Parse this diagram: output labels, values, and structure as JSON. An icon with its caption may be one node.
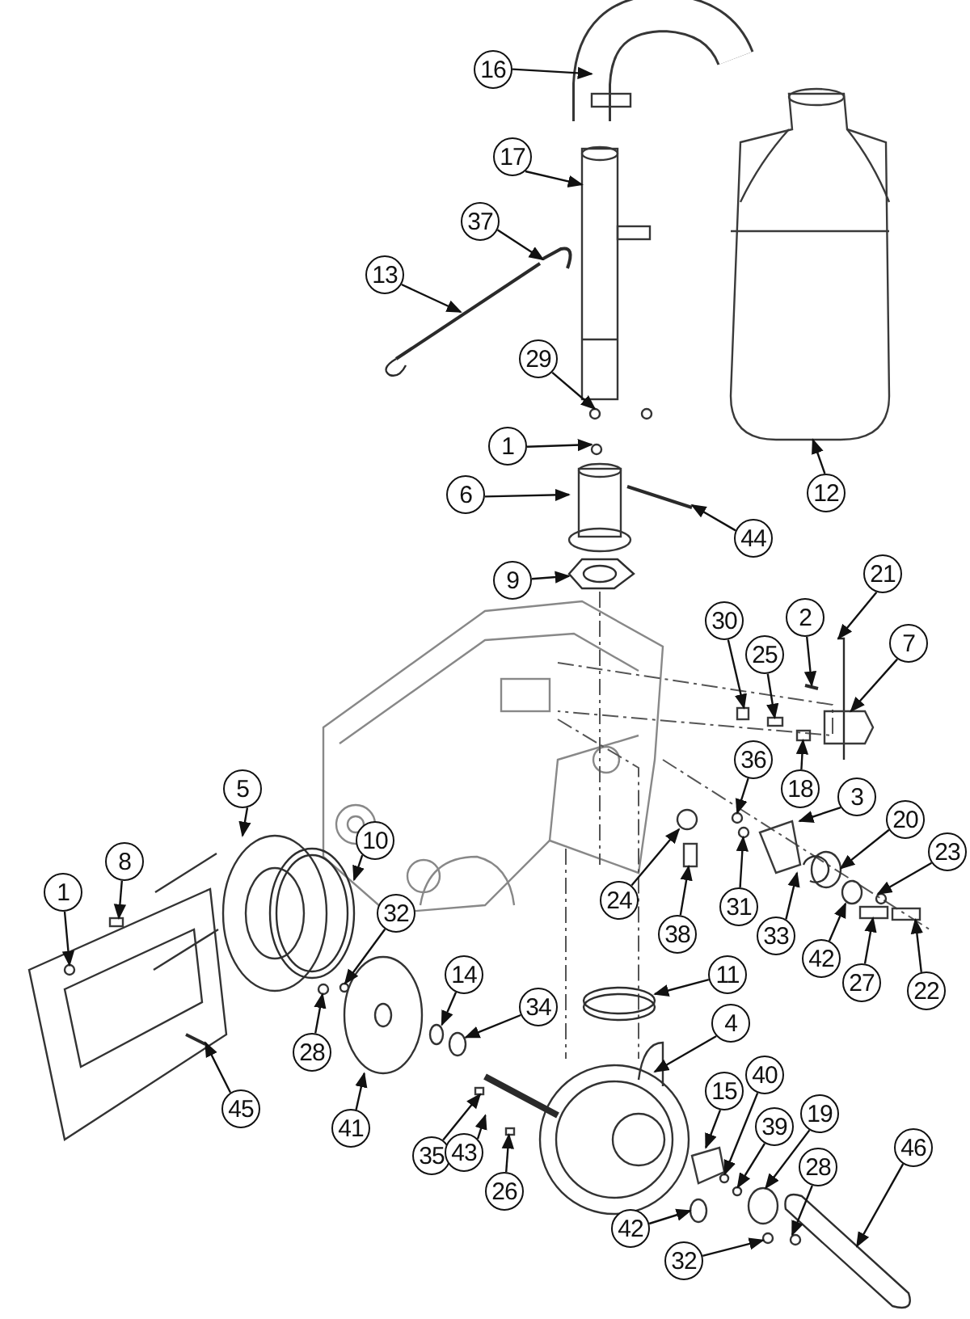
{
  "diagram": {
    "nodes": [
      {
        "text": [
          "16"
        ]
      },
      {
        "text": [
          "17"
        ]
      },
      {
        "text": [
          "37"
        ]
      },
      {
        "text": [
          "13"
        ]
      },
      {
        "text": [
          "29"
        ]
      },
      {
        "text": [
          "1"
        ]
      },
      {
        "text": [
          "6"
        ]
      },
      {
        "text": [
          "44"
        ]
      },
      {
        "text": [
          "12"
        ]
      },
      {
        "text": [
          "9"
        ]
      },
      {
        "text": [
          "30"
        ]
      },
      {
        "text": [
          "25"
        ]
      },
      {
        "text": [
          "2"
        ]
      },
      {
        "text": [
          "21"
        ]
      },
      {
        "text": [
          "7"
        ]
      },
      {
        "text": [
          "18"
        ]
      },
      {
        "text": [
          "36"
        ]
      },
      {
        "text": [
          "3"
        ]
      },
      {
        "text": [
          "20"
        ]
      },
      {
        "text": [
          "23"
        ]
      },
      {
        "text": [
          "5"
        ]
      },
      {
        "text": [
          "10"
        ]
      },
      {
        "text": [
          "1"
        ]
      },
      {
        "text": [
          "8"
        ]
      },
      {
        "text": [
          "24"
        ]
      },
      {
        "text": [
          "31"
        ]
      },
      {
        "text": [
          "38"
        ]
      },
      {
        "text": [
          "33"
        ]
      },
      {
        "text": [
          "42"
        ]
      },
      {
        "text": [
          "27"
        ]
      },
      {
        "text": [
          "22"
        ]
      },
      {
        "text": [
          "32"
        ]
      },
      {
        "text": [
          "28"
        ]
      },
      {
        "text": [
          "14"
        ]
      },
      {
        "text": [
          "34"
        ]
      },
      {
        "text": [
          "11"
        ]
      },
      {
        "text": [
          "4"
        ]
      },
      {
        "text": [
          "45"
        ]
      },
      {
        "text": [
          "41"
        ]
      },
      {
        "text": [
          "35"
        ]
      },
      {
        "text": [
          "43"
        ]
      },
      {
        "text": [
          "26"
        ]
      },
      {
        "text": [
          "15"
        ]
      },
      {
        "text": [
          "40"
        ]
      },
      {
        "text": [
          "39"
        ]
      },
      {
        "text": [
          "19"
        ]
      },
      {
        "text": [
          "28"
        ]
      },
      {
        "text": [
          "46"
        ]
      },
      {
        "text": [
          "42"
        ]
      },
      {
        "text": [
          "32"
        ]
      },
      {
        "text": [],
        "shape": "cylinder"
      },
      {
        "text": [],
        "shape": "cylinder"
      },
      {
        "text": [],
        "shape": "bar"
      },
      {
        "text": [],
        "shape": "bar"
      },
      {
        "text": [],
        "shape": "circle"
      },
      {
        "text": [],
        "shape": "circle"
      },
      {
        "text": [],
        "shape": "cylinder"
      },
      {
        "text": [],
        "shape": "bar"
      },
      {
        "text": [],
        "shape": "box"
      },
      {
        "text": [],
        "shape": "ring"
      },
      {
        "text": [],
        "shape": "box"
      },
      {
        "text": [],
        "shape": "box"
      },
      {
        "text": [],
        "shape": "bar"
      },
      {
        "text": [],
        "shape": "bar"
      },
      {
        "text": [],
        "shape": "box"
      },
      {
        "text": [],
        "shape": "box"
      },
      {
        "text": [],
        "shape": "circle"
      },
      {
        "text": [],
        "shape": "box"
      },
      {
        "text": [],
        "shape": "circle"
      },
      {
        "text": [],
        "shape": "circle"
      },
      {
        "text": [],
        "shape": "circle"
      },
      {
        "text": [],
        "shape": "ring"
      },
      {
        "text": [],
        "shape": "circle"
      },
      {
        "text": [],
        "shape": "box"
      },
      {
        "text": [],
        "shape": "circle"
      },
      {
        "text": [],
        "shape": "circle"
      },
      {
        "text": [],
        "shape": "box"
      },
      {
        "text": [],
        "shape": "ring"
      },
      {
        "text": [],
        "shape": "circle"
      },
      {
        "text": [],
        "shape": "box"
      },
      {
        "text": [],
        "shape": "box"
      },
      {
        "text": [],
        "shape": "circle"
      },
      {
        "text": [],
        "shape": "circle"
      },
      {
        "text": [],
        "shape": "circle"
      },
      {
        "text": [],
        "shape": "circle"
      },
      {
        "text": [],
        "shape": "ring"
      },
      {
        "text": [],
        "shape": "circle"
      },
      {
        "text": [],
        "shape": "bar"
      },
      {
        "text": [],
        "shape": "circle"
      },
      {
        "text": [],
        "shape": "box"
      },
      {
        "text": [],
        "shape": "bar"
      },
      {
        "text": [],
        "shape": "box"
      },
      {
        "text": [],
        "shape": "box"
      },
      {
        "text": [],
        "shape": "circle"
      },
      {
        "text": [],
        "shape": "circle"
      },
      {
        "text": [],
        "shape": "circle"
      },
      {
        "text": [],
        "shape": "circle"
      },
      {
        "text": [],
        "shape": "ring"
      },
      {
        "text": [],
        "shape": "circle"
      },
      {
        "text": [],
        "shape": "circle"
      }
    ],
    "edges": [
      {
        "from": 0,
        "to": 50,
        "arrow": "to"
      },
      {
        "from": 1,
        "to": 51,
        "arrow": "to"
      },
      {
        "from": 2,
        "to": 52,
        "arrow": "to"
      },
      {
        "from": 3,
        "to": 53,
        "arrow": "to"
      },
      {
        "from": 4,
        "to": 54,
        "arrow": "to"
      },
      {
        "from": 5,
        "to": 55,
        "arrow": "to"
      },
      {
        "from": 6,
        "to": 56,
        "arrow": "to"
      },
      {
        "from": 7,
        "to": 57,
        "arrow": "to"
      },
      {
        "from": 8,
        "to": 58,
        "arrow": "to"
      },
      {
        "from": 9,
        "to": 59,
        "arrow": "to"
      },
      {
        "from": 10,
        "to": 60,
        "arrow": "to"
      },
      {
        "from": 11,
        "to": 61,
        "arrow": "to"
      },
      {
        "from": 12,
        "to": 62,
        "arrow": "to"
      },
      {
        "from": 13,
        "to": 63,
        "arrow": "to"
      },
      {
        "from": 14,
        "to": 64,
        "arrow": "to"
      },
      {
        "from": 15,
        "to": 65,
        "arrow": "to"
      },
      {
        "from": 16,
        "to": 66,
        "arrow": "to"
      },
      {
        "from": 17,
        "to": 67,
        "arrow": "to"
      },
      {
        "from": 18,
        "to": 68,
        "arrow": "to"
      },
      {
        "from": 19,
        "to": 69,
        "arrow": "to"
      },
      {
        "from": 20,
        "to": 70,
        "arrow": "to"
      },
      {
        "from": 21,
        "to": 71,
        "arrow": "to"
      },
      {
        "from": 22,
        "to": 72,
        "arrow": "to"
      },
      {
        "from": 23,
        "to": 73,
        "arrow": "to"
      },
      {
        "from": 24,
        "to": 74,
        "arrow": "to"
      },
      {
        "from": 25,
        "to": 75,
        "arrow": "to"
      },
      {
        "from": 26,
        "to": 76,
        "arrow": "to"
      },
      {
        "from": 27,
        "to": 77,
        "arrow": "to"
      },
      {
        "from": 28,
        "to": 78,
        "arrow": "to"
      },
      {
        "from": 29,
        "to": 79,
        "arrow": "to"
      },
      {
        "from": 30,
        "to": 80,
        "arrow": "to"
      },
      {
        "from": 31,
        "to": 81,
        "arrow": "to"
      },
      {
        "from": 32,
        "to": 82,
        "arrow": "to"
      },
      {
        "from": 33,
        "to": 83,
        "arrow": "to"
      },
      {
        "from": 34,
        "to": 84,
        "arrow": "to"
      },
      {
        "from": 35,
        "to": 85,
        "arrow": "to"
      },
      {
        "from": 36,
        "to": 86,
        "arrow": "to"
      },
      {
        "from": 37,
        "to": 87,
        "arrow": "to"
      },
      {
        "from": 38,
        "to": 88,
        "arrow": "to"
      },
      {
        "from": 39,
        "to": 89,
        "arrow": "to"
      },
      {
        "from": 40,
        "to": 90,
        "arrow": "to"
      },
      {
        "from": 41,
        "to": 91,
        "arrow": "to"
      },
      {
        "from": 42,
        "to": 92,
        "arrow": "to"
      },
      {
        "from": 43,
        "to": 93,
        "arrow": "to"
      },
      {
        "from": 44,
        "to": 94,
        "arrow": "to"
      },
      {
        "from": 45,
        "to": 95,
        "arrow": "to"
      },
      {
        "from": 46,
        "to": 96,
        "arrow": "to"
      },
      {
        "from": 47,
        "to": 97,
        "arrow": "to"
      },
      {
        "from": 48,
        "to": 98,
        "arrow": "to"
      },
      {
        "from": 49,
        "to": 99,
        "arrow": "to"
      }
    ]
  }
}
